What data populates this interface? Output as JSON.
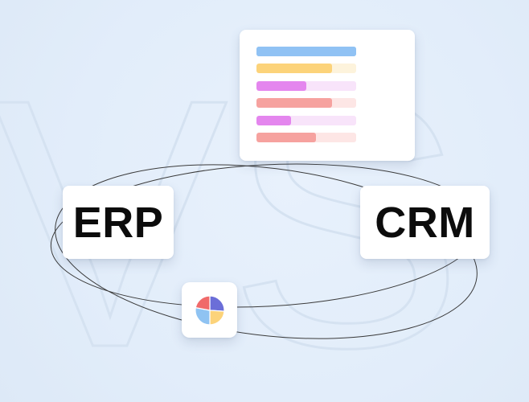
{
  "labels": {
    "erp": "ERP",
    "crm": "CRM"
  },
  "watermark": "VS",
  "bars_card": {
    "rows": [
      {
        "fill": 1.0,
        "color": "#90c2f4",
        "track": "#90c2f4"
      },
      {
        "fill": 0.76,
        "color": "#fcd37a",
        "track": "#fdf3dc"
      },
      {
        "fill": 0.5,
        "color": "#e486ee",
        "track": "#f8e4fa"
      },
      {
        "fill": 0.76,
        "color": "#f6a29f",
        "track": "#fde6e5"
      },
      {
        "fill": 0.35,
        "color": "#e486ee",
        "track": "#f8e4fa"
      },
      {
        "fill": 0.6,
        "color": "#f6a29f",
        "track": "#fde6e5"
      }
    ]
  },
  "pie": {
    "slices": [
      {
        "value": 0.26,
        "color": "#6b6ed8"
      },
      {
        "value": 0.24,
        "color": "#fcd37a"
      },
      {
        "value": 0.28,
        "color": "#8fc3f2"
      },
      {
        "value": 0.22,
        "color": "#f06a6a"
      }
    ]
  },
  "colors": {
    "background": "#e3eefb",
    "card": "#ffffff",
    "text": "#0c0c0c",
    "orbit": "#3a3a3a"
  }
}
